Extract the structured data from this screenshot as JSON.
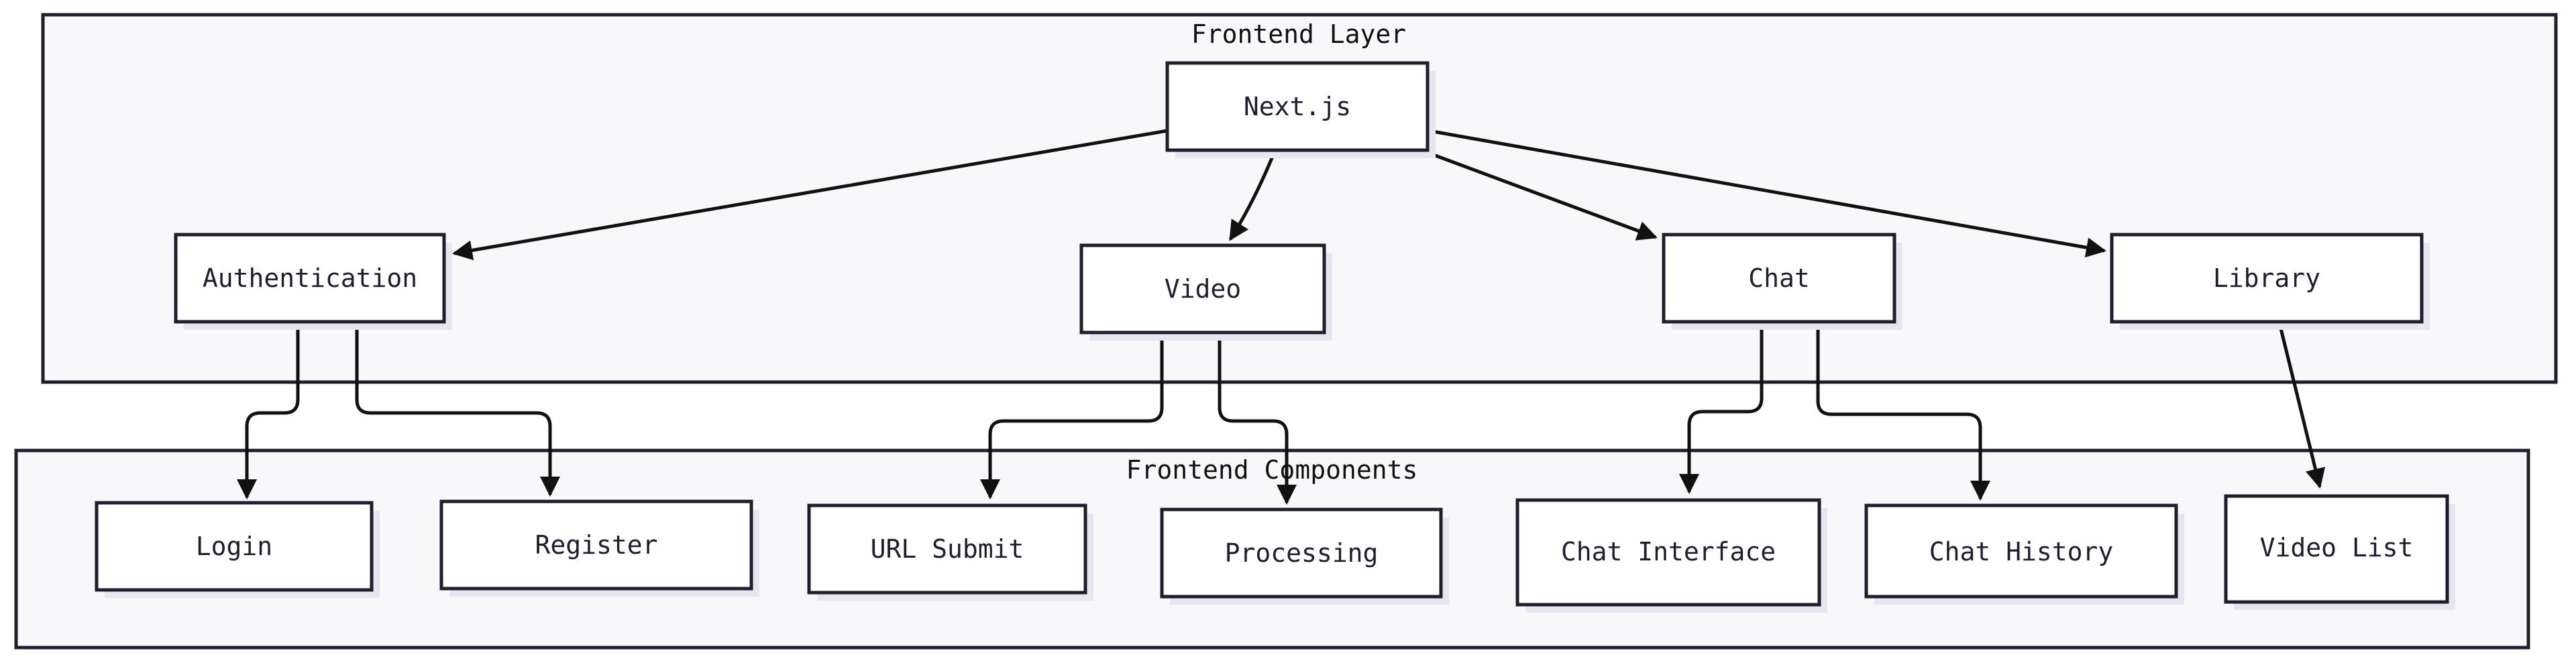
{
  "groups": {
    "frontend_layer": {
      "title": "Frontend Layer"
    },
    "frontend_components": {
      "title": "Frontend Components"
    }
  },
  "nodes": {
    "nextjs": "Next.js",
    "authentication": "Authentication",
    "video": "Video",
    "chat": "Chat",
    "library": "Library",
    "login": "Login",
    "register": "Register",
    "url_submit": "URL Submit",
    "processing": "Processing",
    "chat_interface": "Chat Interface",
    "chat_history": "Chat History",
    "video_list": "Video List"
  },
  "edges": [
    {
      "from": "Next.js",
      "to": "Authentication"
    },
    {
      "from": "Next.js",
      "to": "Video"
    },
    {
      "from": "Next.js",
      "to": "Chat"
    },
    {
      "from": "Next.js",
      "to": "Library"
    },
    {
      "from": "Authentication",
      "to": "Login"
    },
    {
      "from": "Authentication",
      "to": "Register"
    },
    {
      "from": "Video",
      "to": "URL Submit"
    },
    {
      "from": "Video",
      "to": "Processing"
    },
    {
      "from": "Chat",
      "to": "Chat Interface"
    },
    {
      "from": "Chat",
      "to": "Chat History"
    },
    {
      "from": "Library",
      "to": "Video List"
    }
  ],
  "colors": {
    "group_fill": "#f8f8fb",
    "stroke": "#1e1e2e",
    "node_fill": "#ffffff",
    "shadow": "#e6e6f0"
  }
}
